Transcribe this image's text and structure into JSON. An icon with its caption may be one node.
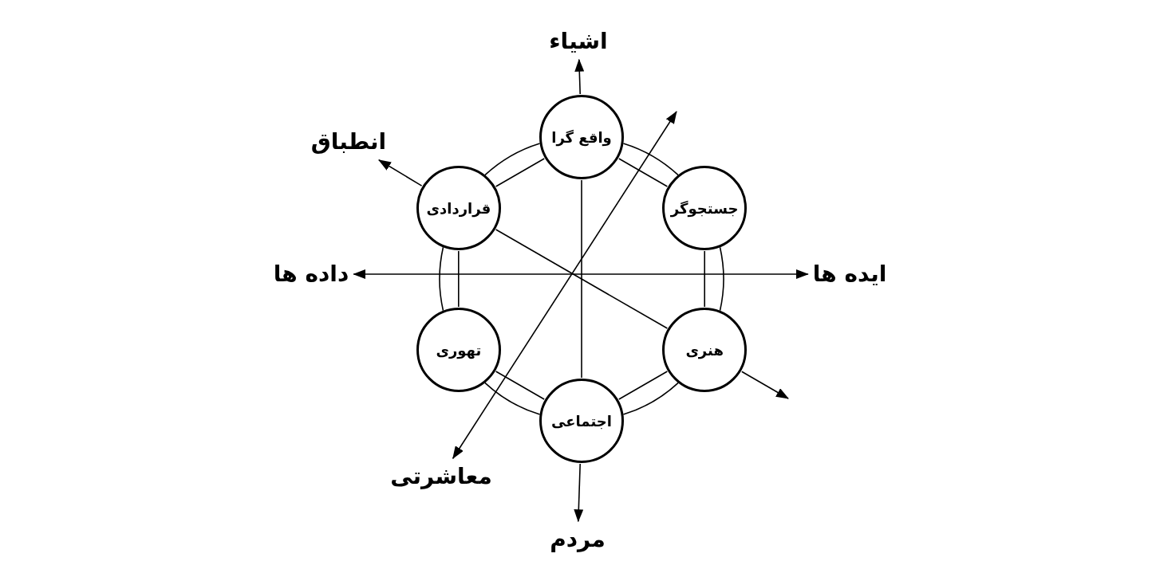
{
  "diagram": {
    "nodes": [
      {
        "text": [
          "واقع گرا"
        ]
      },
      {
        "text": [
          "جستجوگر"
        ]
      },
      {
        "text": [
          "هنری"
        ]
      },
      {
        "text": [
          "اجتماعی"
        ]
      },
      {
        "text": [
          "تهوری"
        ]
      },
      {
        "text": [
          "قراردادی"
        ]
      },
      {
        "text": [
          "اشیاء"
        ]
      },
      {
        "text": [
          "انطباق"
        ]
      },
      {
        "text": [
          "داده ها"
        ]
      },
      {
        "text": [
          "ایده ها"
        ]
      },
      {
        "text": [
          "معاشرتی"
        ]
      },
      {
        "text": [
          "مردم"
        ]
      }
    ],
    "edges": [
      {
        "from": 0,
        "to": 1,
        "arrow": "none"
      },
      {
        "from": 1,
        "to": 2,
        "arrow": "none"
      },
      {
        "from": 2,
        "to": 3,
        "arrow": "none"
      },
      {
        "from": 3,
        "to": 4,
        "arrow": "none"
      },
      {
        "from": 4,
        "to": 5,
        "arrow": "none"
      },
      {
        "from": 5,
        "to": 0,
        "arrow": "none"
      },
      {
        "from": 0,
        "to": 6,
        "arrow": "to"
      },
      {
        "from": 0,
        "to": 3,
        "arrow": "none"
      },
      {
        "from": 3,
        "to": 11,
        "arrow": "to"
      },
      {
        "from": 8,
        "to": 9,
        "arrow": "both"
      },
      {
        "from": 5,
        "to": 7,
        "arrow": "to"
      },
      {
        "from": 5,
        "to": 2,
        "arrow": "none"
      },
      {
        "from": 2,
        "to": null,
        "arrow": "to"
      },
      {
        "from": null,
        "to": 10,
        "arrow": "both"
      }
    ]
  }
}
